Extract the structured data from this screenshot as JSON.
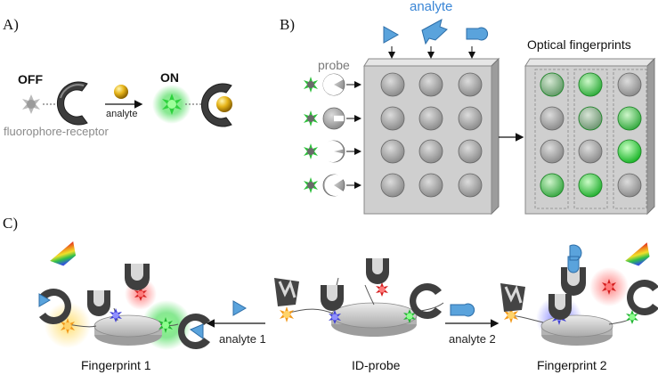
{
  "panels": {
    "a": {
      "letter": "A)",
      "off_label": "OFF",
      "on_label": "ON",
      "arrow_label": "analyte",
      "caption": "fluorophore-receptor"
    },
    "b": {
      "letter": "B)",
      "analyte_label": "analyte",
      "probe_label": "probe",
      "output_title": "Optical fingerprints",
      "well_intensity": [
        [
          0.35,
          0.8,
          0.0
        ],
        [
          0.0,
          0.25,
          0.75
        ],
        [
          0.0,
          0.0,
          1.0
        ],
        [
          0.7,
          0.9,
          0.0
        ]
      ]
    },
    "c": {
      "letter": "C)",
      "arrow_left_label": "analyte 1",
      "arrow_right_label": "analyte 2",
      "left_caption": "Fingerprint 1",
      "center_caption": "ID-probe",
      "right_caption": "Fingerprint 2"
    }
  },
  "colors": {
    "analyte_blue": "#5aa3dc",
    "fluorophore_on": "#3ee04a",
    "well_grey": "#b8b8b8",
    "plate_grey": "#cfcfcf"
  }
}
